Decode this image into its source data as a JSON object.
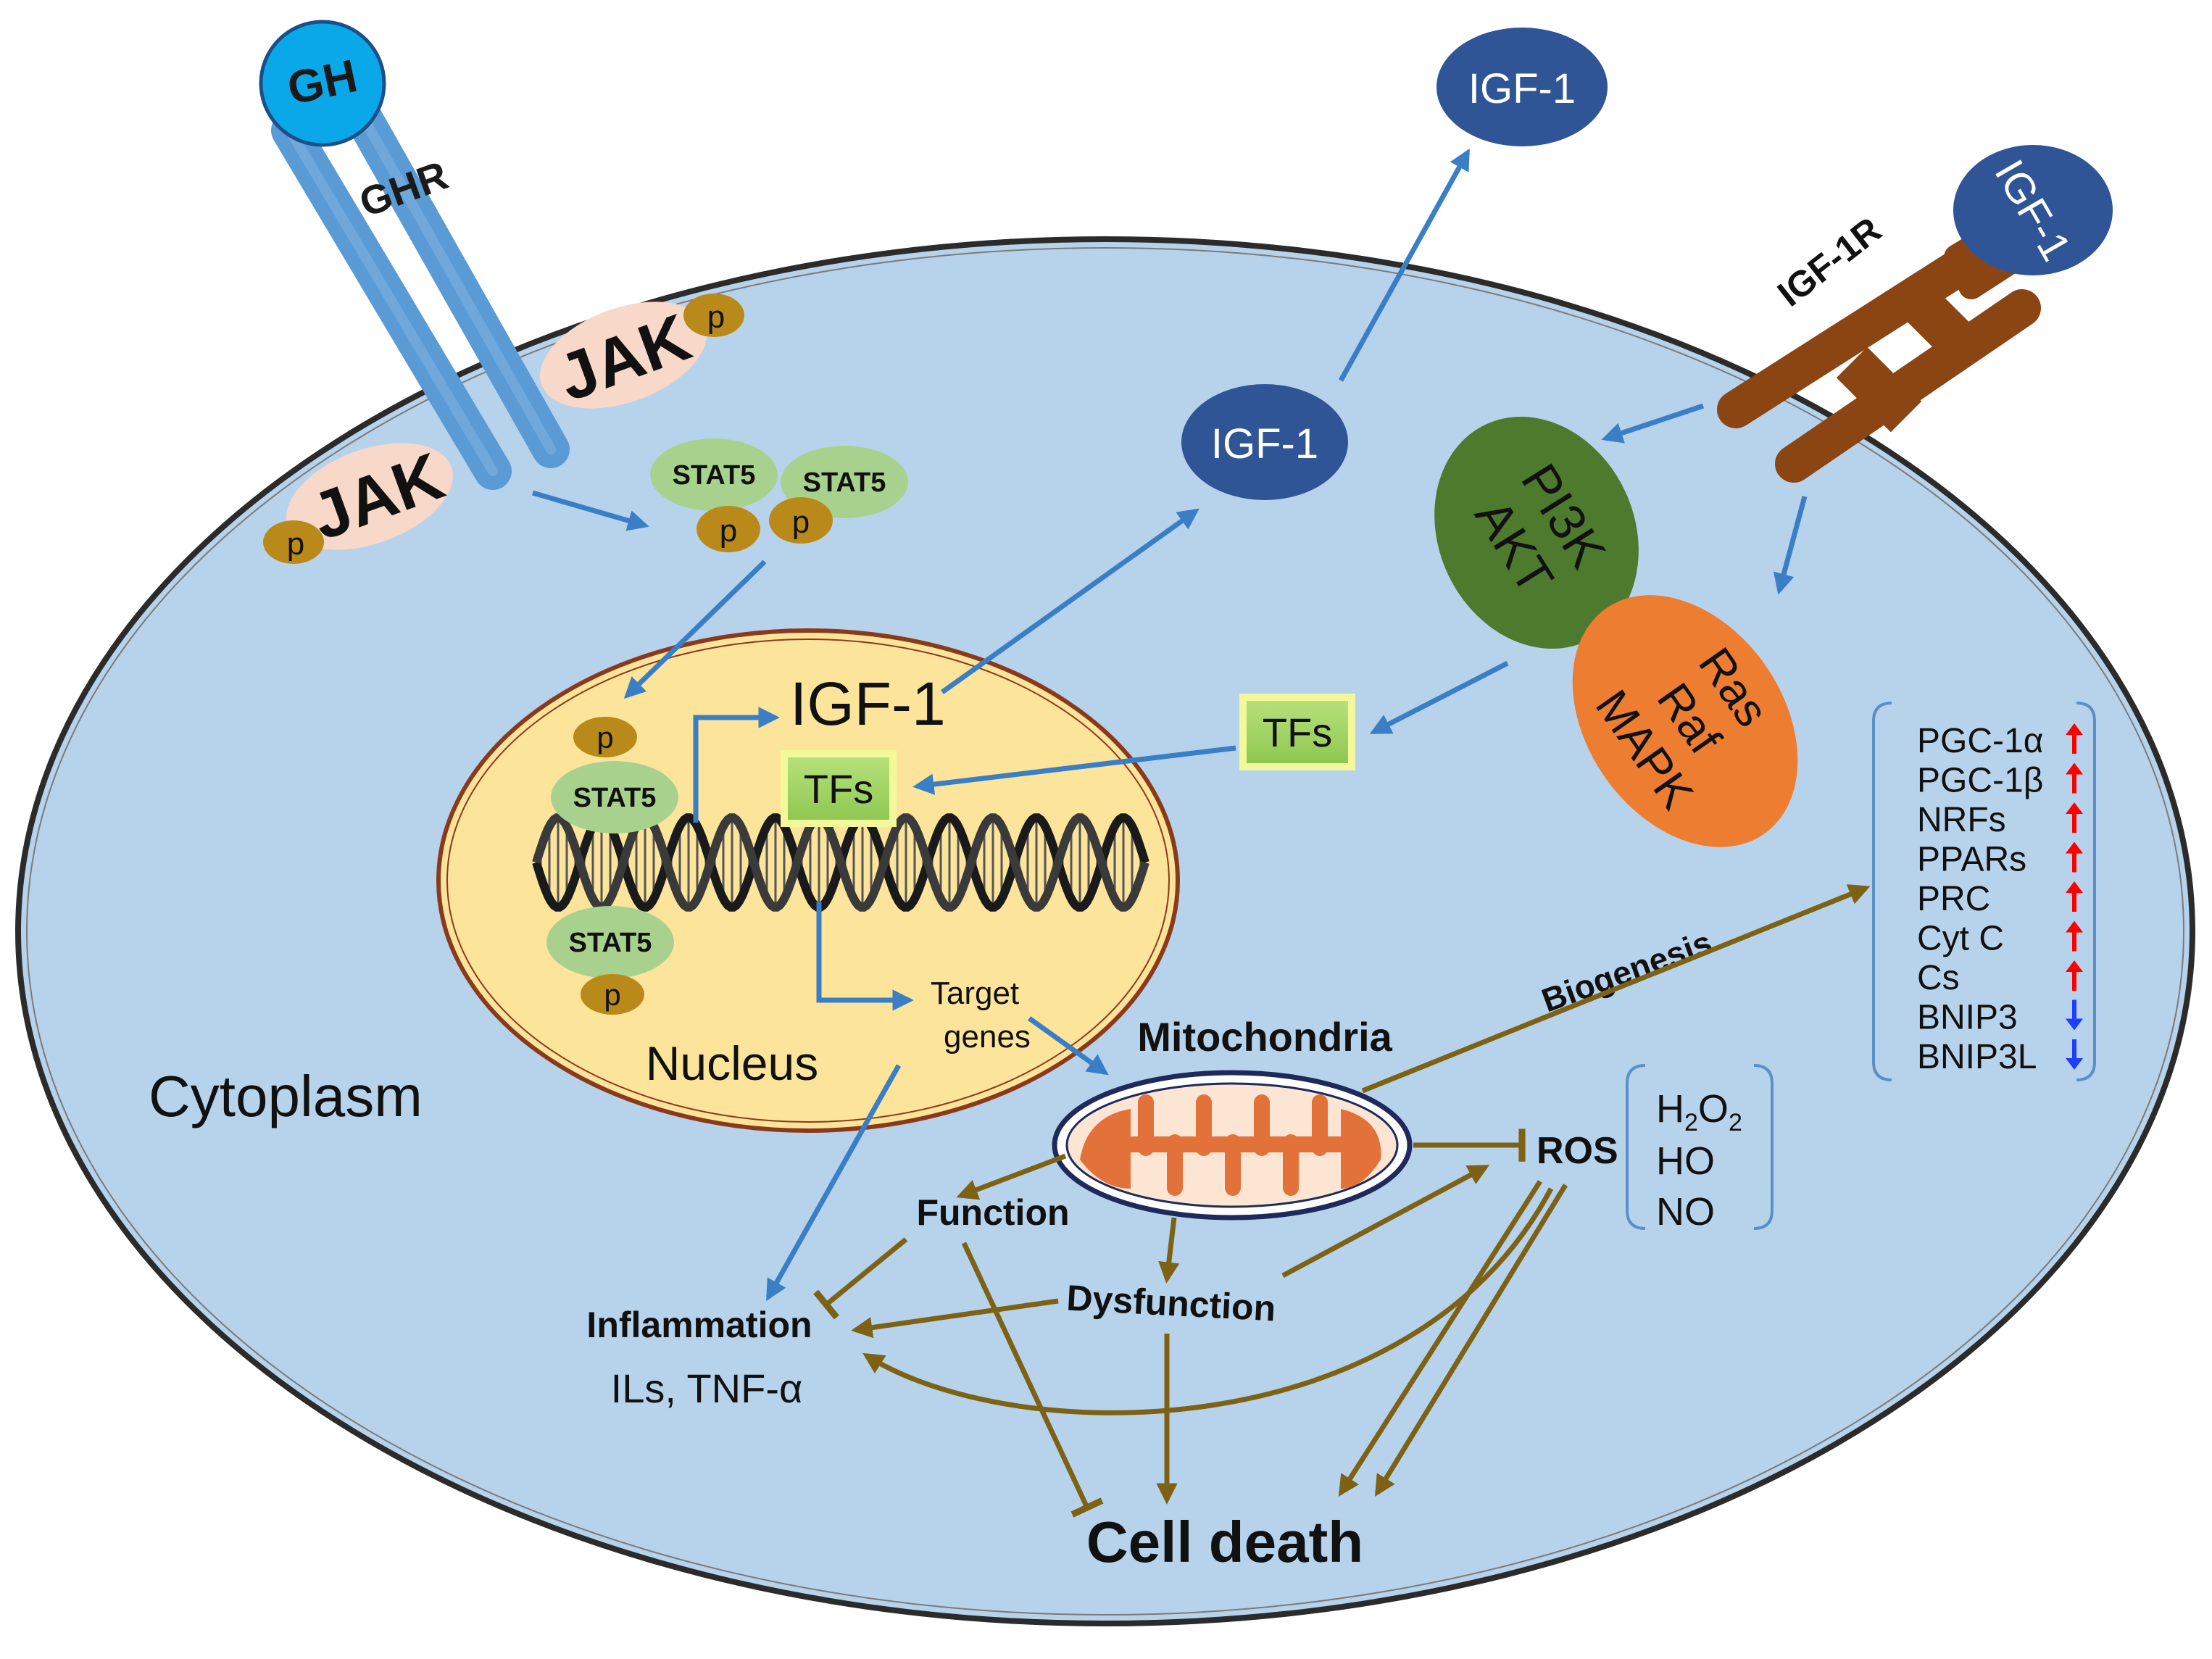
{
  "colors": {
    "cell_fill": "#b7d3ec",
    "cell_stroke": "#2b2b2b",
    "nucleus_fill": "#fde49b",
    "nucleus_stroke": "#8a3a1b",
    "ghr_blue": "#5b9bd5",
    "gh_cyan": "#0aa8e8",
    "jak_fill": "#f8d8c8",
    "p_fill": "#b98a1a",
    "stat_fill": "#a9d18e",
    "igf_dark": "#2f5597",
    "igf1r_brown": "#8b4513",
    "pi3k_green": "#4e7a2e",
    "mapk_orange": "#ed7d31",
    "tf_green": "#a6d96a",
    "tf_border": "#f3f99a",
    "blue_arrow": "#3a7ec6",
    "brown_arrow": "#7d6216",
    "mito_fill": "#e2723a",
    "up_red": "#ff0000",
    "down_blue": "#1f3cff"
  },
  "labels": {
    "gh": "GH",
    "ghr": "GHR",
    "jak": "JAK",
    "p": "p",
    "stat5": "STAT5",
    "igf1": "IGF-1",
    "igf1r": "IGF-1R",
    "pi3k": "PI3K",
    "akt": "AKT",
    "ras": "Ras",
    "raf": "Raf",
    "mapk": "MAPK",
    "tfs": "TFs",
    "target": "Target",
    "genes": "genes",
    "nucleus": "Nucleus",
    "cytoplasm": "Cytoplasm",
    "mitochondria": "Mitochondria",
    "biogenesis": "Biogenesis",
    "ros": "ROS",
    "ros_species": [
      {
        "main": "H",
        "sub1": "2",
        "mid": "O",
        "sub2": "2"
      },
      {
        "main": "HO"
      },
      {
        "main": "NO"
      }
    ],
    "function": "Function",
    "dysfunction": "Dysfunction",
    "inflammation": "Inflammation",
    "ils_tnf": "ILs, TNF-α",
    "cell_death": "Cell death"
  },
  "biogenesis_markers": [
    {
      "name": "PGC-1α",
      "direction": "up"
    },
    {
      "name": "PGC-1β",
      "direction": "up"
    },
    {
      "name": "NRFs",
      "direction": "up"
    },
    {
      "name": "PPARs",
      "direction": "up"
    },
    {
      "name": "PRC",
      "direction": "up"
    },
    {
      "name": "Cyt C",
      "direction": "up"
    },
    {
      "name": "Cs",
      "direction": "up"
    },
    {
      "name": "BNIP3",
      "direction": "down"
    },
    {
      "name": "BNIP3L",
      "direction": "down"
    }
  ]
}
